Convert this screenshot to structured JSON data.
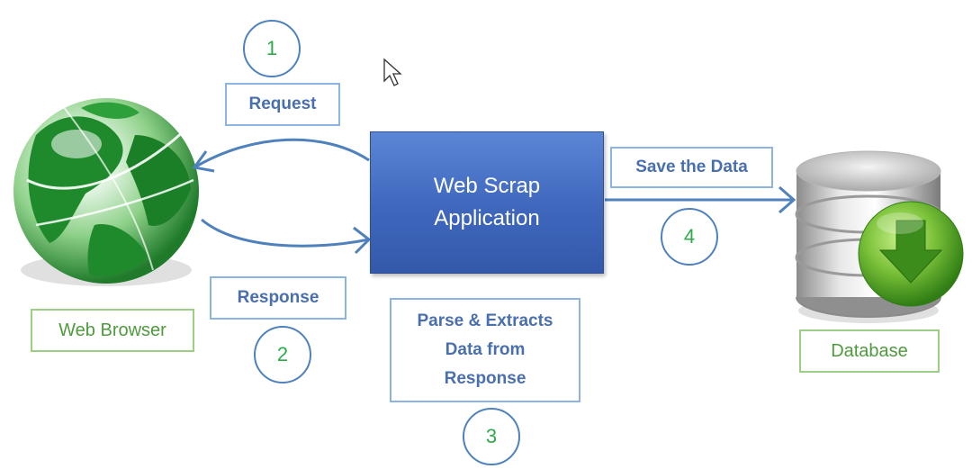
{
  "nodes": {
    "app_line1": "Web Scrap",
    "app_line2": "Application",
    "browser_label": "Web Browser",
    "database_label": "Database"
  },
  "labels": {
    "request": "Request",
    "response": "Response",
    "parse_line1": "Parse & Extracts",
    "parse_line2": "Data from",
    "parse_line3": "Response",
    "save": "Save the Data"
  },
  "steps": [
    "1",
    "2",
    "3",
    "4"
  ],
  "colors": {
    "arrow": "#4f81bd",
    "label_border": "#8db3e2",
    "label_text": "#4a6fae",
    "step_number": "#2eaa4a",
    "node_label_border": "#9bcf84",
    "node_label_text": "#4f9a3d",
    "app_fill": "#3e67bc"
  },
  "icons": [
    "globe-icon",
    "database-icon",
    "download-arrow-icon",
    "mouse-cursor-icon"
  ]
}
